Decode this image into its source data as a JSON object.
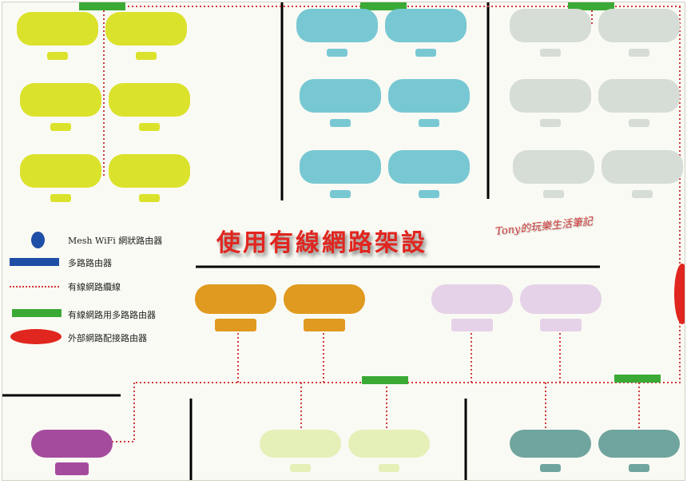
{
  "title": "使用有線網路架設",
  "watermark": "Tony的玩樂生活筆記",
  "legend": [
    {
      "kind": "mesh",
      "label": "Mesh WiFi 網狀路由器"
    },
    {
      "kind": "multi",
      "label": "多路路由器"
    },
    {
      "kind": "cable",
      "label": "有線網路纜線"
    },
    {
      "kind": "wired",
      "label": "有線網路用多路路由器"
    },
    {
      "kind": "ext",
      "label": "外部網路配接路由器"
    }
  ],
  "colors": {
    "background": "#fafaf4",
    "wall": "#000000",
    "cable": "#d23a3a",
    "wired_switch": "#3aaa35",
    "multi_router": "#1f4ea6",
    "external_router": "#e0261f",
    "zone_yellow": "#dbe22c",
    "zone_cyan": "#78c8d3",
    "zone_grey": "#d6ddd6",
    "zone_orange": "#e09a1f",
    "zone_lavender": "#e5d2e8",
    "zone_purple": "#a54b9e",
    "zone_lightgreen": "#e5efb8",
    "zone_teal": "#6fa59e"
  }
}
